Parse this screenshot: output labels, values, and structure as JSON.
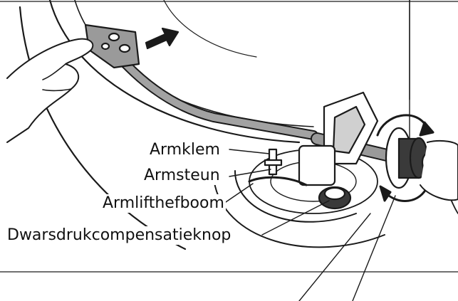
{
  "labels": {
    "arm_clamp": "Armklem",
    "arm_rest": "Armsteun",
    "arm_lift_lever": "Armlifthefboom",
    "anti_skating_knob": "Dwarsdrukcompensatieknop"
  },
  "colors": {
    "line": "#1a1a1a",
    "arm_fill": "#9a9a9a",
    "dark_fill": "#3a3a3a",
    "platter_fill": "#ffffff",
    "shade": "#cfcfcf"
  }
}
